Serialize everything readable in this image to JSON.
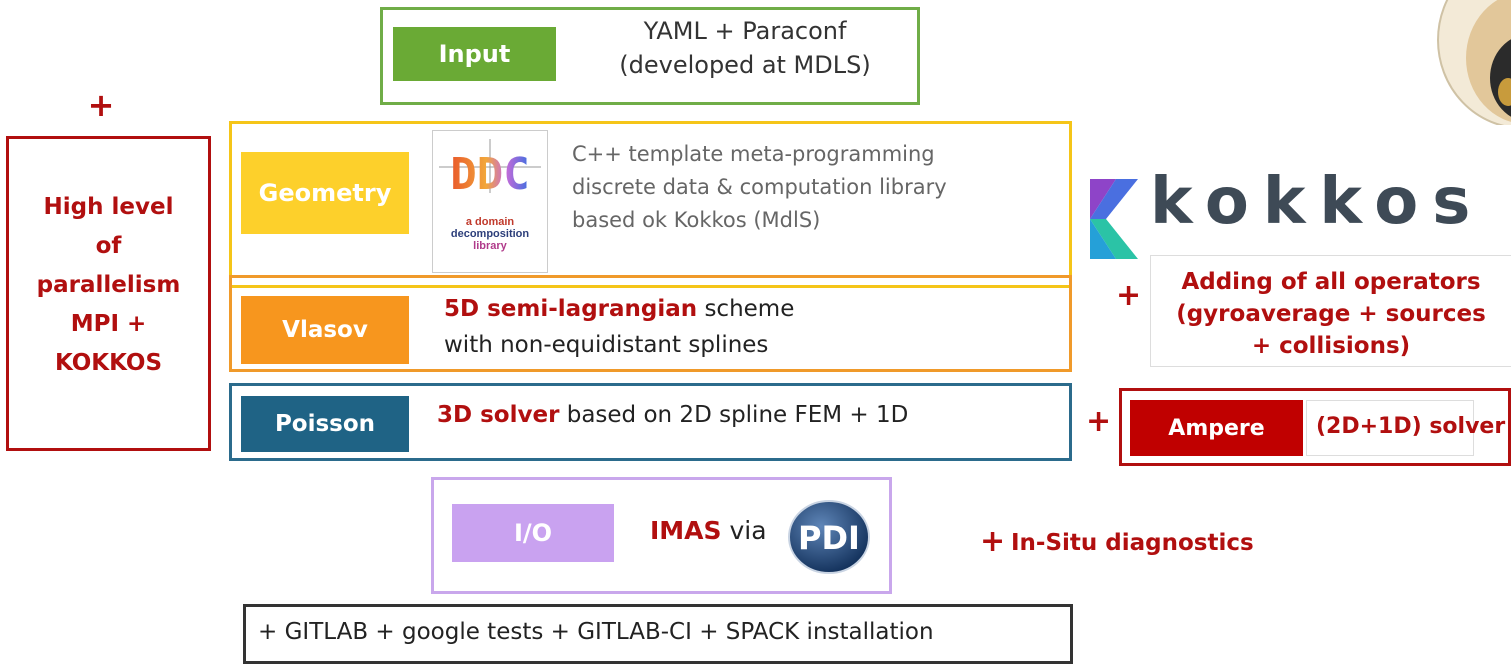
{
  "input": {
    "label": "Input",
    "lines": [
      "YAML + Paraconf",
      "(developed at MDLS)"
    ]
  },
  "parallelism": {
    "plus": "+",
    "lines": [
      "High level",
      "of",
      "parallelism",
      "MPI +",
      "KOKKOS"
    ]
  },
  "geometry": {
    "label": "Geometry",
    "logo_title": "DDC",
    "logo_lines": [
      "a domain",
      "decomposition",
      "library"
    ],
    "lines": [
      "C++ template meta-programming",
      "discrete data & computation library",
      "based ok Kokkos (MdlS)"
    ]
  },
  "vlasov": {
    "label": "Vlasov",
    "bold": "5D semi-lagrangian",
    "rest": " scheme",
    "line2": "with non-equidistant splines"
  },
  "poisson": {
    "label": "Poisson",
    "bold": "3D solver",
    "rest": " based on 2D spline FEM + 1D"
  },
  "io": {
    "label": "I/O",
    "bold": "IMAS",
    "rest": " via",
    "logo_text": "PDI"
  },
  "tools": {
    "text": "+ GITLAB + google tests + GITLAB-CI + SPACK installation"
  },
  "kokkos": {
    "word": "kokkos"
  },
  "operators": {
    "plus": "+",
    "lines": [
      "Adding of all operators",
      "(gyroaverage + sources",
      "+ collisions)"
    ]
  },
  "ampere": {
    "plus": "+",
    "label": "Ampere",
    "text": "(2D+1D) solver"
  },
  "insitu": {
    "plus": "+",
    "text": "In-Situ diagnostics"
  },
  "colors": {
    "input": "#6aaa35",
    "geometry": "#fdd02b",
    "vlasov": "#f7961e",
    "poisson": "#1f6385",
    "io": "#c9a2f0",
    "accent_red": "#b10f0f"
  }
}
